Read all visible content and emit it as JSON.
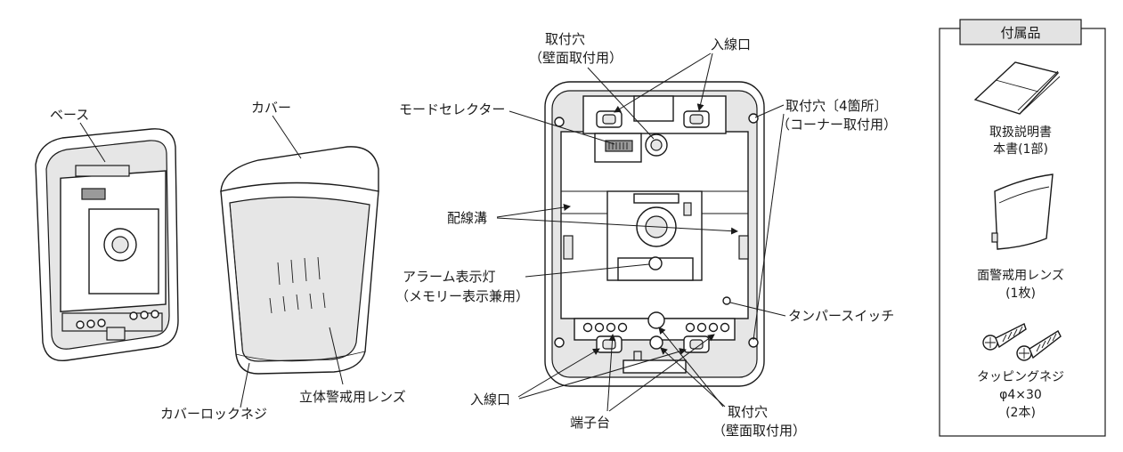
{
  "labels": {
    "base": "ベース",
    "cover": "カバー",
    "cover_lock_screw": "カバーロックネジ",
    "lens_3d": "立体警戒用レンズ",
    "mount_hole_wall_top_1": "取付穴",
    "mount_hole_wall_top_2": "（壁面取付用）",
    "cable_entry_top": "入線口",
    "mode_selector": "モードセレクター",
    "mount_hole_corner_1": "取付穴〔4箇所〕",
    "mount_hole_corner_2": "（コーナー取付用）",
    "wiring_groove": "配線溝",
    "alarm_lamp_1": "アラーム表示灯",
    "alarm_lamp_2": "（メモリー表示兼用）",
    "tamper_switch": "タンパースイッチ",
    "cable_entry_bottom": "入線口",
    "terminal_block": "端子台",
    "mount_hole_wall_bottom_1": "取付穴",
    "mount_hole_wall_bottom_2": "（壁面取付用）"
  },
  "accessories": {
    "title": "付属品",
    "manual_1": "取扱説明書",
    "manual_2": "本書(1部)",
    "lens_1": "面警戒用レンズ",
    "lens_2": "(1枚)",
    "screw_1": "タッピングネジ",
    "screw_2": "φ4×30",
    "screw_3": "(2本)"
  }
}
